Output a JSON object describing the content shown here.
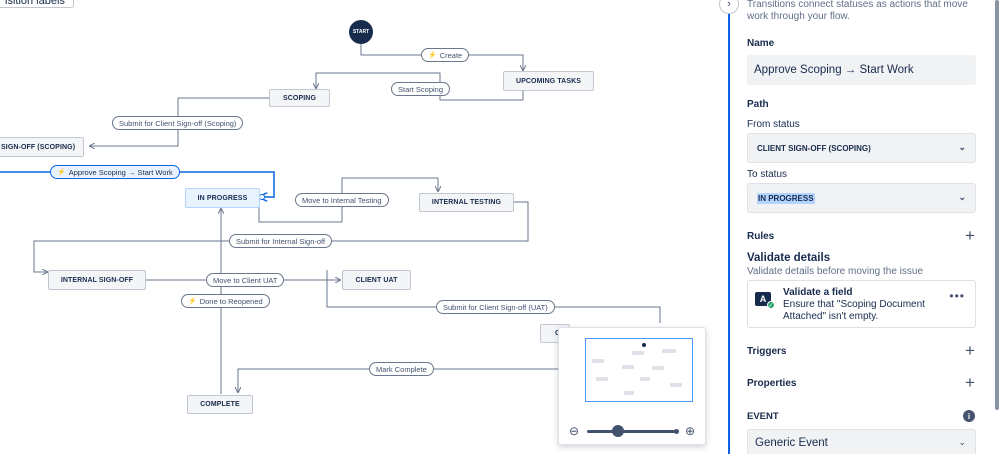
{
  "canvas": {
    "top_label": "isition labels",
    "start": "START",
    "statuses": {
      "scoping": "SCOPING",
      "upcoming_tasks": "UPCOMING TASKS",
      "client_signoff_scoping": "SIGN-OFF (SCOPING)",
      "in_progress": "IN PROGRESS",
      "internal_testing": "INTERNAL TESTING",
      "internal_signoff": "INTERNAL SIGN-OFF",
      "client_uat": "CLIENT UAT",
      "client_signoff_uat": "C",
      "complete": "COMPLETE"
    },
    "transitions": {
      "create": "Create",
      "start_scoping": "Start Scoping",
      "submit_client_signoff_scoping": "Submit for Client Sign-off (Scoping)",
      "approve_scoping": "Approve Scoping → Start Work",
      "move_internal_testing": "Move to Internal Testing",
      "submit_internal_signoff": "Submit for Internal Sign-off",
      "move_client_uat": "Move to Client UAT",
      "done_reopened": "Done to Reopened",
      "submit_client_signoff_uat": "Submit for Client Sign-off (UAT)",
      "mark_complete": "Mark Complete"
    }
  },
  "minimap": {
    "zoom_out_icon": "zoom-out-icon",
    "zoom_in_icon": "zoom-in-icon",
    "zoom_level": 0.35
  },
  "panel": {
    "description": "Transitions connect statuses as actions that move work through your flow.",
    "name_label": "Name",
    "name_value": "Approve Scoping → Start Work",
    "path_label": "Path",
    "from_label": "From status",
    "from_value": "CLIENT SIGN-OFF (SCOPING)",
    "to_label": "To status",
    "to_value": "IN PROGRESS",
    "rules_label": "Rules",
    "validate_title": "Validate details",
    "validate_sub": "Validate details before moving the issue",
    "rule_title": "Validate a field",
    "rule_desc": "Ensure that \"Scoping Document Attached\" isn't empty.",
    "rule_icon_letter": "A",
    "triggers_label": "Triggers",
    "properties_label": "Properties",
    "event_label": "EVENT",
    "event_value": "Generic Event"
  },
  "colors": {
    "accent": "#0c66e4",
    "node_bg": "#f4f5f7",
    "selected_bg": "#e9f2ff",
    "success": "#22a06b"
  }
}
